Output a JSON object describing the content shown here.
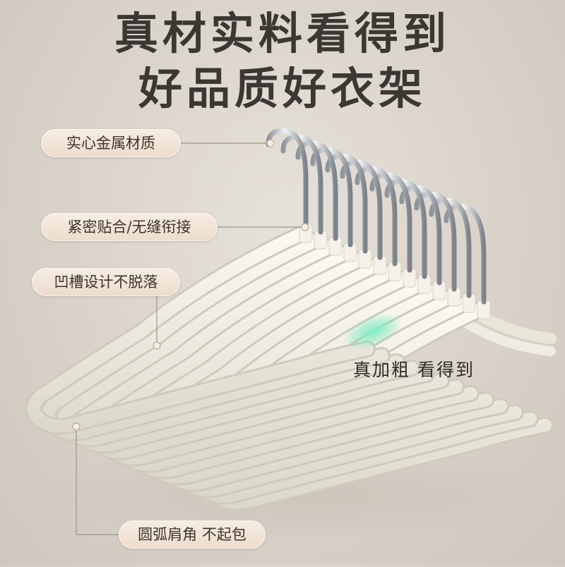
{
  "headline": {
    "line1": "真材实料看得到",
    "line2": "好品质好衣架"
  },
  "labels": {
    "solid_metal": "实心金属材质",
    "tight_fit": "紧密贴合/无缝衔接",
    "groove_design": "凹槽设计不脱落",
    "thickened": "真加粗 看得到",
    "rounded_shoulder": "圆弧肩角 不起包"
  },
  "colors": {
    "background": "#dcd5cc",
    "headline": "#3b3733",
    "hanger_body": "#f2efe4",
    "hook_metal": "#c8cbd0",
    "accent_glow": "#5fe0b4",
    "pill_fill": "#f3e6d8"
  }
}
